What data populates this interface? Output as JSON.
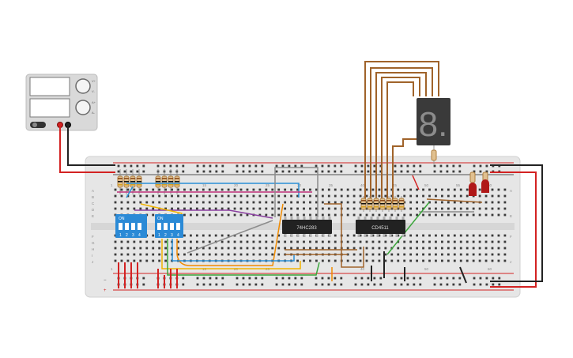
{
  "power_supply": {
    "top_label_1": "V+",
    "top_label_2": "V-",
    "bottom_label_1": "A+",
    "bottom_label_2": "A-"
  },
  "breadboard": {
    "row_letters_top": [
      "A",
      "B",
      "C",
      "D",
      "E"
    ],
    "row_letters_bottom": [
      "F",
      "G",
      "H",
      "I",
      "J"
    ],
    "col_numbers": [
      "1",
      "5",
      "10",
      "15",
      "20",
      "25",
      "30",
      "35",
      "40",
      "45",
      "50",
      "55",
      "60"
    ],
    "rail_minus": "−",
    "rail_plus": "+"
  },
  "dip_switch_1": {
    "on_label": "ON",
    "numbers": [
      "1",
      "2",
      "3",
      "4"
    ]
  },
  "dip_switch_2": {
    "on_label": "ON",
    "numbers": [
      "1",
      "2",
      "3",
      "4"
    ]
  },
  "ic_1": {
    "label": "74HC283"
  },
  "ic_2": {
    "label": "CD4511"
  },
  "seven_segment": {
    "digit": "8."
  },
  "colors": {
    "breadboard": "#e6e6e6",
    "rail_red": "#d32222",
    "wire_brown": "#a0632a",
    "wire_black": "#222222",
    "wire_blue": "#2a8fd6",
    "wire_purple": "#8a3fa0",
    "wire_yellow": "#f0b400",
    "wire_orange": "#f08a00",
    "wire_green": "#3aa63a",
    "wire_magenta": "#c0307a",
    "wire_gray": "#8c8c8c",
    "dip_blue": "#2b8ad6",
    "ic_black": "#222222"
  }
}
